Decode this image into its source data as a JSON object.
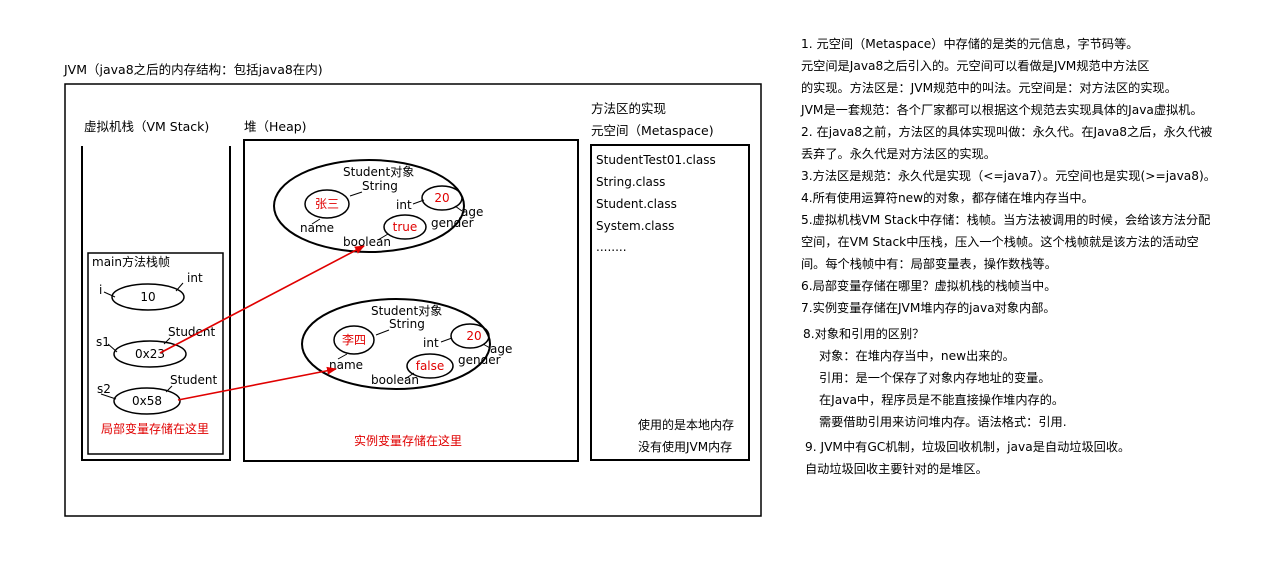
{
  "jvm_title": "JVM（java8之后的内存结构：包括java8在内)",
  "stack": {
    "title": "虚拟机栈（VM Stack)",
    "frame_title": "main方法栈帧",
    "vars": [
      {
        "name": "i",
        "type": "int",
        "value": "10"
      },
      {
        "name": "s1",
        "type": "Student",
        "value": "0x23"
      },
      {
        "name": "s2",
        "type": "Student",
        "value": "0x58"
      }
    ],
    "caption": "局部变量存储在这里"
  },
  "heap": {
    "title": "堆（Heap)",
    "objects": [
      {
        "title": "Student对象",
        "string_label": "String",
        "int_label": "int",
        "name_value": "张三",
        "age_value": "20",
        "gender_value": "true",
        "name_label": "name",
        "age_label": "age",
        "gender_label": "gender",
        "boolean_label": "boolean"
      },
      {
        "title": "Student对象",
        "string_label": "String",
        "int_label": "int",
        "name_value": "李四",
        "age_value": "20",
        "gender_value": "false",
        "name_label": "name",
        "age_label": "age",
        "gender_label": "gender",
        "boolean_label": "boolean"
      }
    ],
    "caption": "实例变量存储在这里"
  },
  "method_area": {
    "heading_1": "方法区的实现",
    "heading_2": "元空间（Metaspace)",
    "classes": [
      "StudentTest01.class",
      "String.class",
      "Student.class",
      "System.class",
      "........"
    ],
    "note_1": "使用的是本地内存",
    "note_2": "没有使用JVM内存"
  },
  "notes": [
    "1. 元空间（Metaspace）中存储的是类的元信息，字节码等。",
    "元空间是Java8之后引入的。元空间可以看做是JVM规范中方法区",
    "的实现。方法区是：JVM规范中的叫法。元空间是：对方法区的实现。",
    "JVM是一套规范：各个厂家都可以根据这个规范去实现具体的Java虚拟机。",
    "2. 在java8之前，方法区的具体实现叫做：永久代。在Java8之后，永久代被",
    "丢弃了。永久代是对方法区的实现。",
    "3.方法区是规范：永久代是实现（<=java7）。元空间也是实现(>=java8)。",
    "4.所有使用运算符new的对象，都存储在堆内存当中。",
    "5.虚拟机栈VM Stack中存储：栈帧。当方法被调用的时候，会给该方法分配",
    "空间，在VM Stack中压栈，压入一个栈帧。这个栈帧就是该方法的活动空",
    "间。每个栈帧中有：局部变量表，操作数栈等。",
    "6.局部变量存储在哪里？虚拟机栈的栈帧当中。",
    "7.实例变量存储在JVM堆内存的java对象内部。",
    "8.对象和引用的区别？",
    "对象：在堆内存当中，new出来的。",
    "引用：是一个保存了对象内存地址的变量。",
    "在Java中，程序员是不能直接操作堆内存的。",
    "需要借助引用来访问堆内存。语法格式：引用.",
    "9. JVM中有GC机制，垃圾回收机制，java是自动垃圾回收。",
    "自动垃圾回收主要针对的是堆区。"
  ],
  "colors": {
    "line": "#000000",
    "highlight": "#e00000",
    "background": "#ffffff"
  }
}
